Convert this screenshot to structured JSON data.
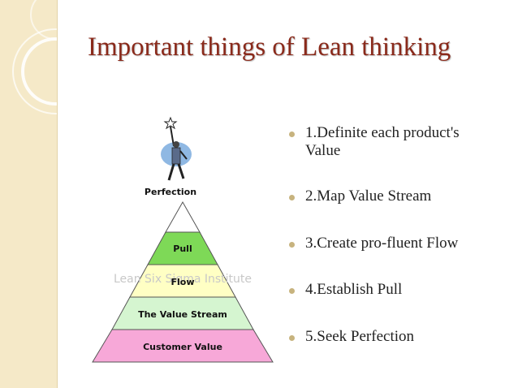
{
  "slide": {
    "title": "Important things of Lean thinking"
  },
  "bullets": [
    {
      "line1": "1.Definite each product's",
      "line2": "Value"
    },
    {
      "line1": "2.Map Value Stream",
      "line2": ""
    },
    {
      "line1": "3.Create pro-fluent Flow",
      "line2": ""
    },
    {
      "line1": "4.Establish Pull",
      "line2": ""
    },
    {
      "line1": "5.Seek Perfection",
      "line2": ""
    }
  ],
  "pyramid": {
    "top_label": "Perfection",
    "levels": [
      {
        "label": "Pull",
        "color": "#7ed957"
      },
      {
        "label": "Flow",
        "color": "#ffffc4"
      },
      {
        "label": "The Value Stream",
        "color": "#d5f5d0"
      },
      {
        "label": "Customer Value",
        "color": "#f7a8d8"
      }
    ],
    "apex_color": "#ffffff",
    "watermark": "Lean Six Sigma Institute"
  },
  "colors": {
    "title": "#8a2a1b",
    "side_band": "#f5e9c8",
    "bullet_dot": "#c7b37e"
  },
  "icons": [
    "figure-holding-star-icon"
  ]
}
